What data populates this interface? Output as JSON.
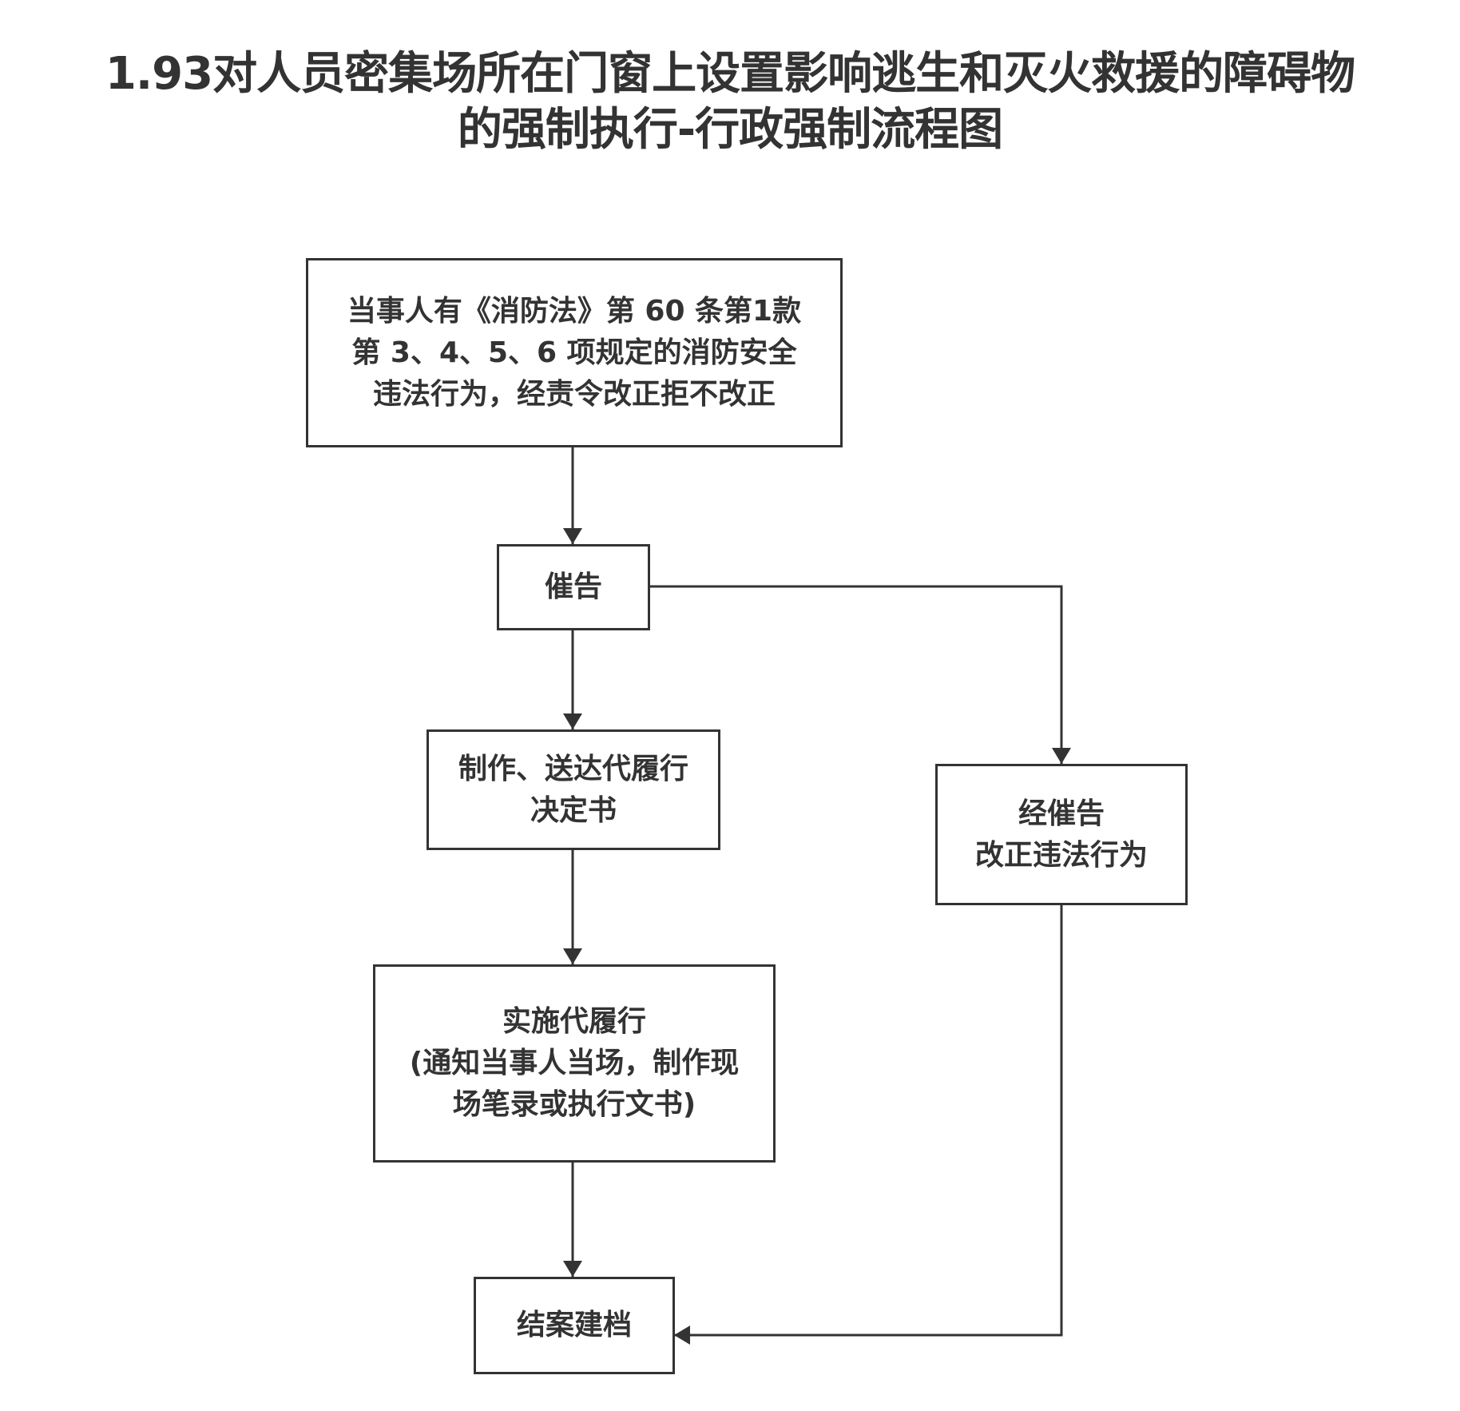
{
  "title": {
    "line1": "1.93对人员密集场所在门窗上设置影响逃生和灭火救援的障碍物",
    "line2": "的强制执行-行政强制流程图"
  },
  "nodes": {
    "start": {
      "lines": [
        "当事人有《消防法》第 60 条第1款",
        "第 3、4、5、6 项规定的消防安全",
        "违法行为，经责令改正拒不改正"
      ]
    },
    "urge": {
      "lines": [
        "催告"
      ]
    },
    "decision": {
      "lines": [
        "制作、送达代履行",
        "决定书"
      ]
    },
    "corrected": {
      "lines": [
        "经催告",
        "改正违法行为"
      ]
    },
    "execute": {
      "lines": [
        "实施代履行",
        "(通知当事人当场，制作现",
        "场笔录或执行文书)"
      ]
    },
    "close": {
      "lines": [
        "结案建档"
      ]
    }
  },
  "edges": [
    {
      "from": "start",
      "to": "urge"
    },
    {
      "from": "urge",
      "to": "decision"
    },
    {
      "from": "urge",
      "to": "corrected"
    },
    {
      "from": "decision",
      "to": "execute"
    },
    {
      "from": "execute",
      "to": "close"
    },
    {
      "from": "corrected",
      "to": "close"
    }
  ],
  "colors": {
    "stroke": "#333333",
    "text": "#333333",
    "background": "#ffffff"
  }
}
